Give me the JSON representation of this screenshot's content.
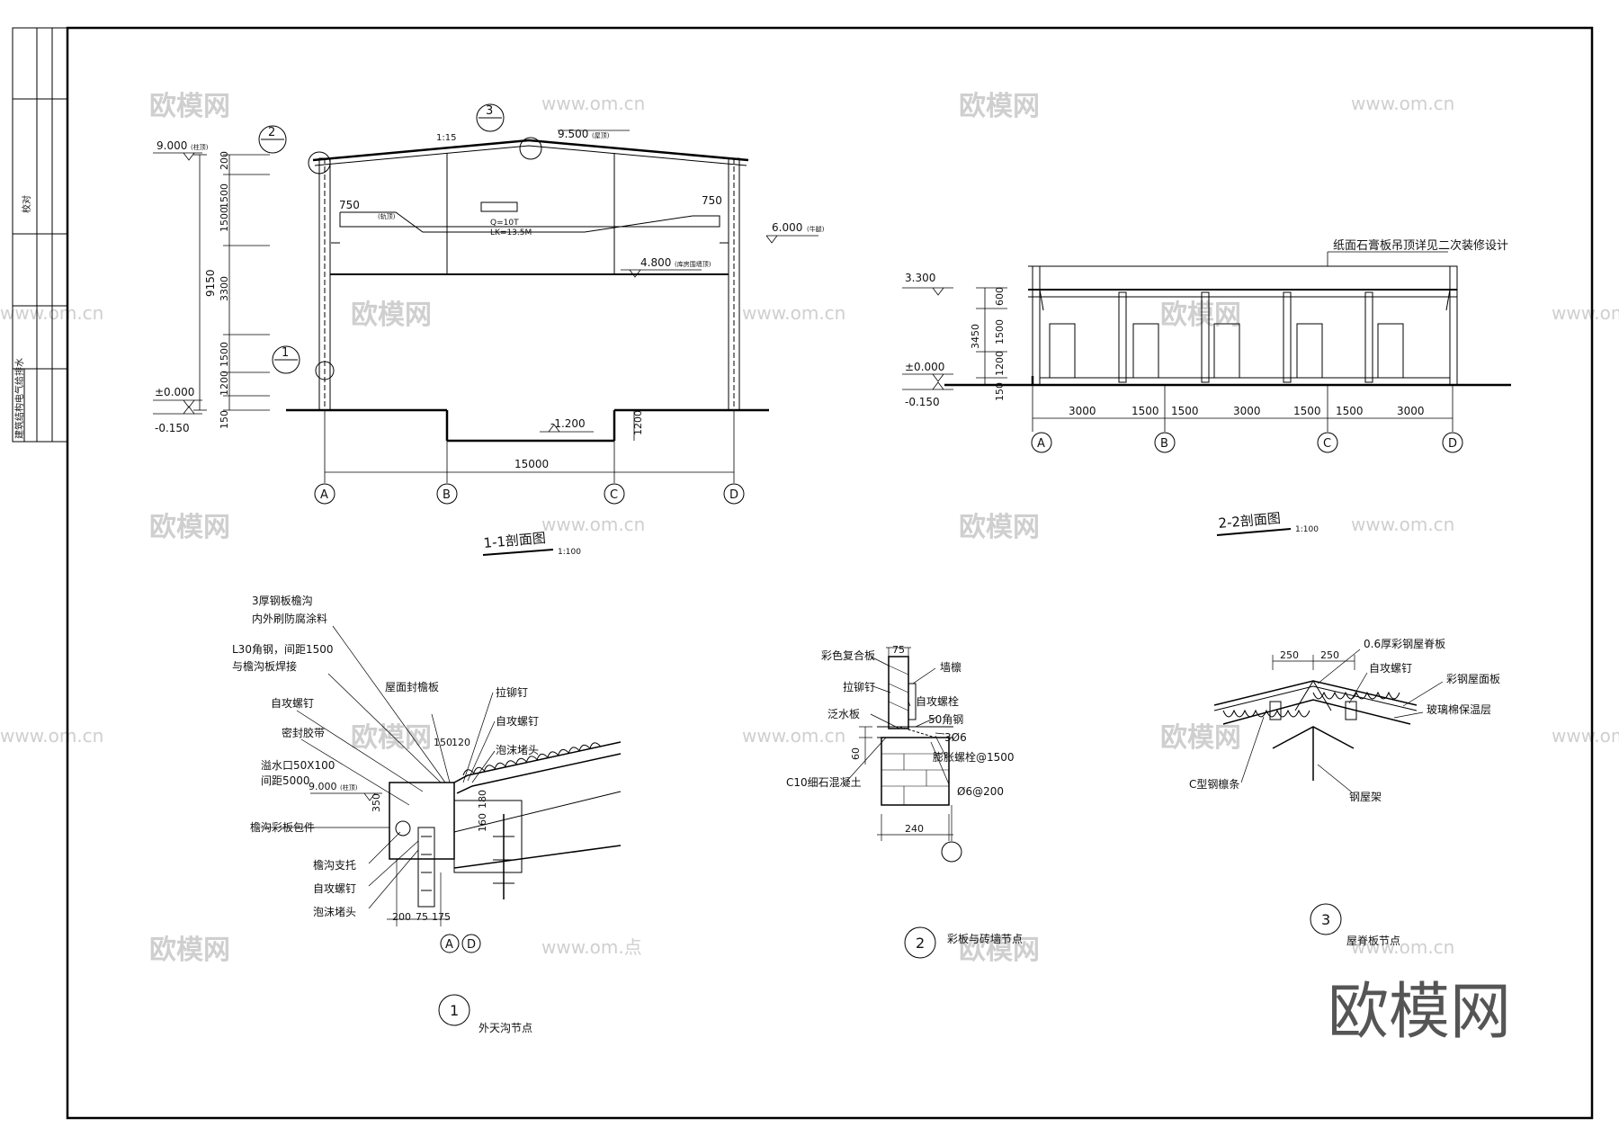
{
  "title_block": {
    "left_label": "建筑结构电气给排水",
    "col_marks": [
      "建",
      "结",
      "电",
      "给排水"
    ],
    "approve": "校对",
    "side_small": [
      "筑",
      "构",
      "气"
    ]
  },
  "watermark": {
    "brand": "欧模网",
    "url_cn": "www.om.cn",
    "url_dot": "www.om.点"
  },
  "big_logo": "欧模网",
  "section_1_1": {
    "title": "1-1剖面图",
    "scale": "1:100",
    "elev_top_left": "9.000",
    "elev_top_left_note": "(柱顶)",
    "elev_ridge": "9.500",
    "elev_ridge_note": "(屋顶)",
    "slope": "1:15",
    "elev_crane": "6.000",
    "elev_crane_note": "(牛腿)",
    "elev_wall": "4.800",
    "elev_wall_note": "(库房围墙顶)",
    "elev_zero": "±0.000",
    "elev_minus": "-0.150",
    "elev_pit": "-1.200",
    "crane_label": "(轨顶)",
    "crane_q": "Q=10T",
    "crane_lk": "LK=13.5M",
    "dim_750_left": "750",
    "dim_750_right": "750",
    "dim_total_height": "9150",
    "dims_vertical": [
      "200",
      "1500",
      "1500",
      "3300",
      "1500",
      "1200",
      "150"
    ],
    "dim_pit": "1200",
    "dim_span": "15000",
    "axes": [
      "A",
      "B",
      "C",
      "D"
    ],
    "callouts": [
      "1",
      "2",
      "3"
    ]
  },
  "section_2_2": {
    "title": "2-2剖面图",
    "scale": "1:100",
    "ceiling_note": "纸面石膏板吊顶详见二次装修设计",
    "elev_top": "3.300",
    "elev_zero": "±0.000",
    "elev_minus": "-0.150",
    "dim_total_height": "3450",
    "dims_vertical": [
      "600",
      "1500",
      "1200",
      "150"
    ],
    "dims_horizontal": [
      "3000",
      "1500",
      "1500",
      "3000",
      "1500",
      "1500",
      "3000"
    ],
    "axes": [
      "A",
      "B",
      "C",
      "D"
    ]
  },
  "detail_1": {
    "circle": "1",
    "title": "外天沟节点",
    "labels": [
      "3厚钢板檐沟",
      "内外刷防腐涂料",
      "L30角钢，间距1500",
      "与檐沟板焊接",
      "自攻螺钉",
      "密封胶带",
      "溢水口50X100",
      "间距5000",
      "檐沟彩板包件",
      "檐沟支托",
      "自攻螺钉",
      "泡沫堵头",
      "屋面封檐板",
      "拉铆钉",
      "自攻螺钉",
      "泡沫堵头"
    ],
    "elev": "9.000",
    "elev_note": "(柱顶)",
    "dims": [
      "150",
      "120",
      "350",
      "180",
      "160",
      "200",
      "75",
      "175"
    ],
    "axes": [
      "A",
      "D"
    ]
  },
  "detail_2": {
    "circle": "2",
    "title": "彩板与砖墙节点",
    "labels": [
      "彩色复合板",
      "拉铆钉",
      "泛水板",
      "C10细石混凝土",
      "墙檩",
      "自攻螺栓",
      "50角钢",
      "3Ø6",
      "膨胀螺栓@1500",
      "Ø6@200"
    ],
    "dims": [
      "75",
      "60",
      "240"
    ]
  },
  "detail_3": {
    "circle": "3",
    "title": "屋脊板节点",
    "labels": [
      "0.6厚彩钢屋脊板",
      "自攻螺钉",
      "彩钢屋面板",
      "玻璃棉保温层",
      "C型钢檩条",
      "钢屋架"
    ],
    "dims": [
      "250",
      "250"
    ]
  }
}
